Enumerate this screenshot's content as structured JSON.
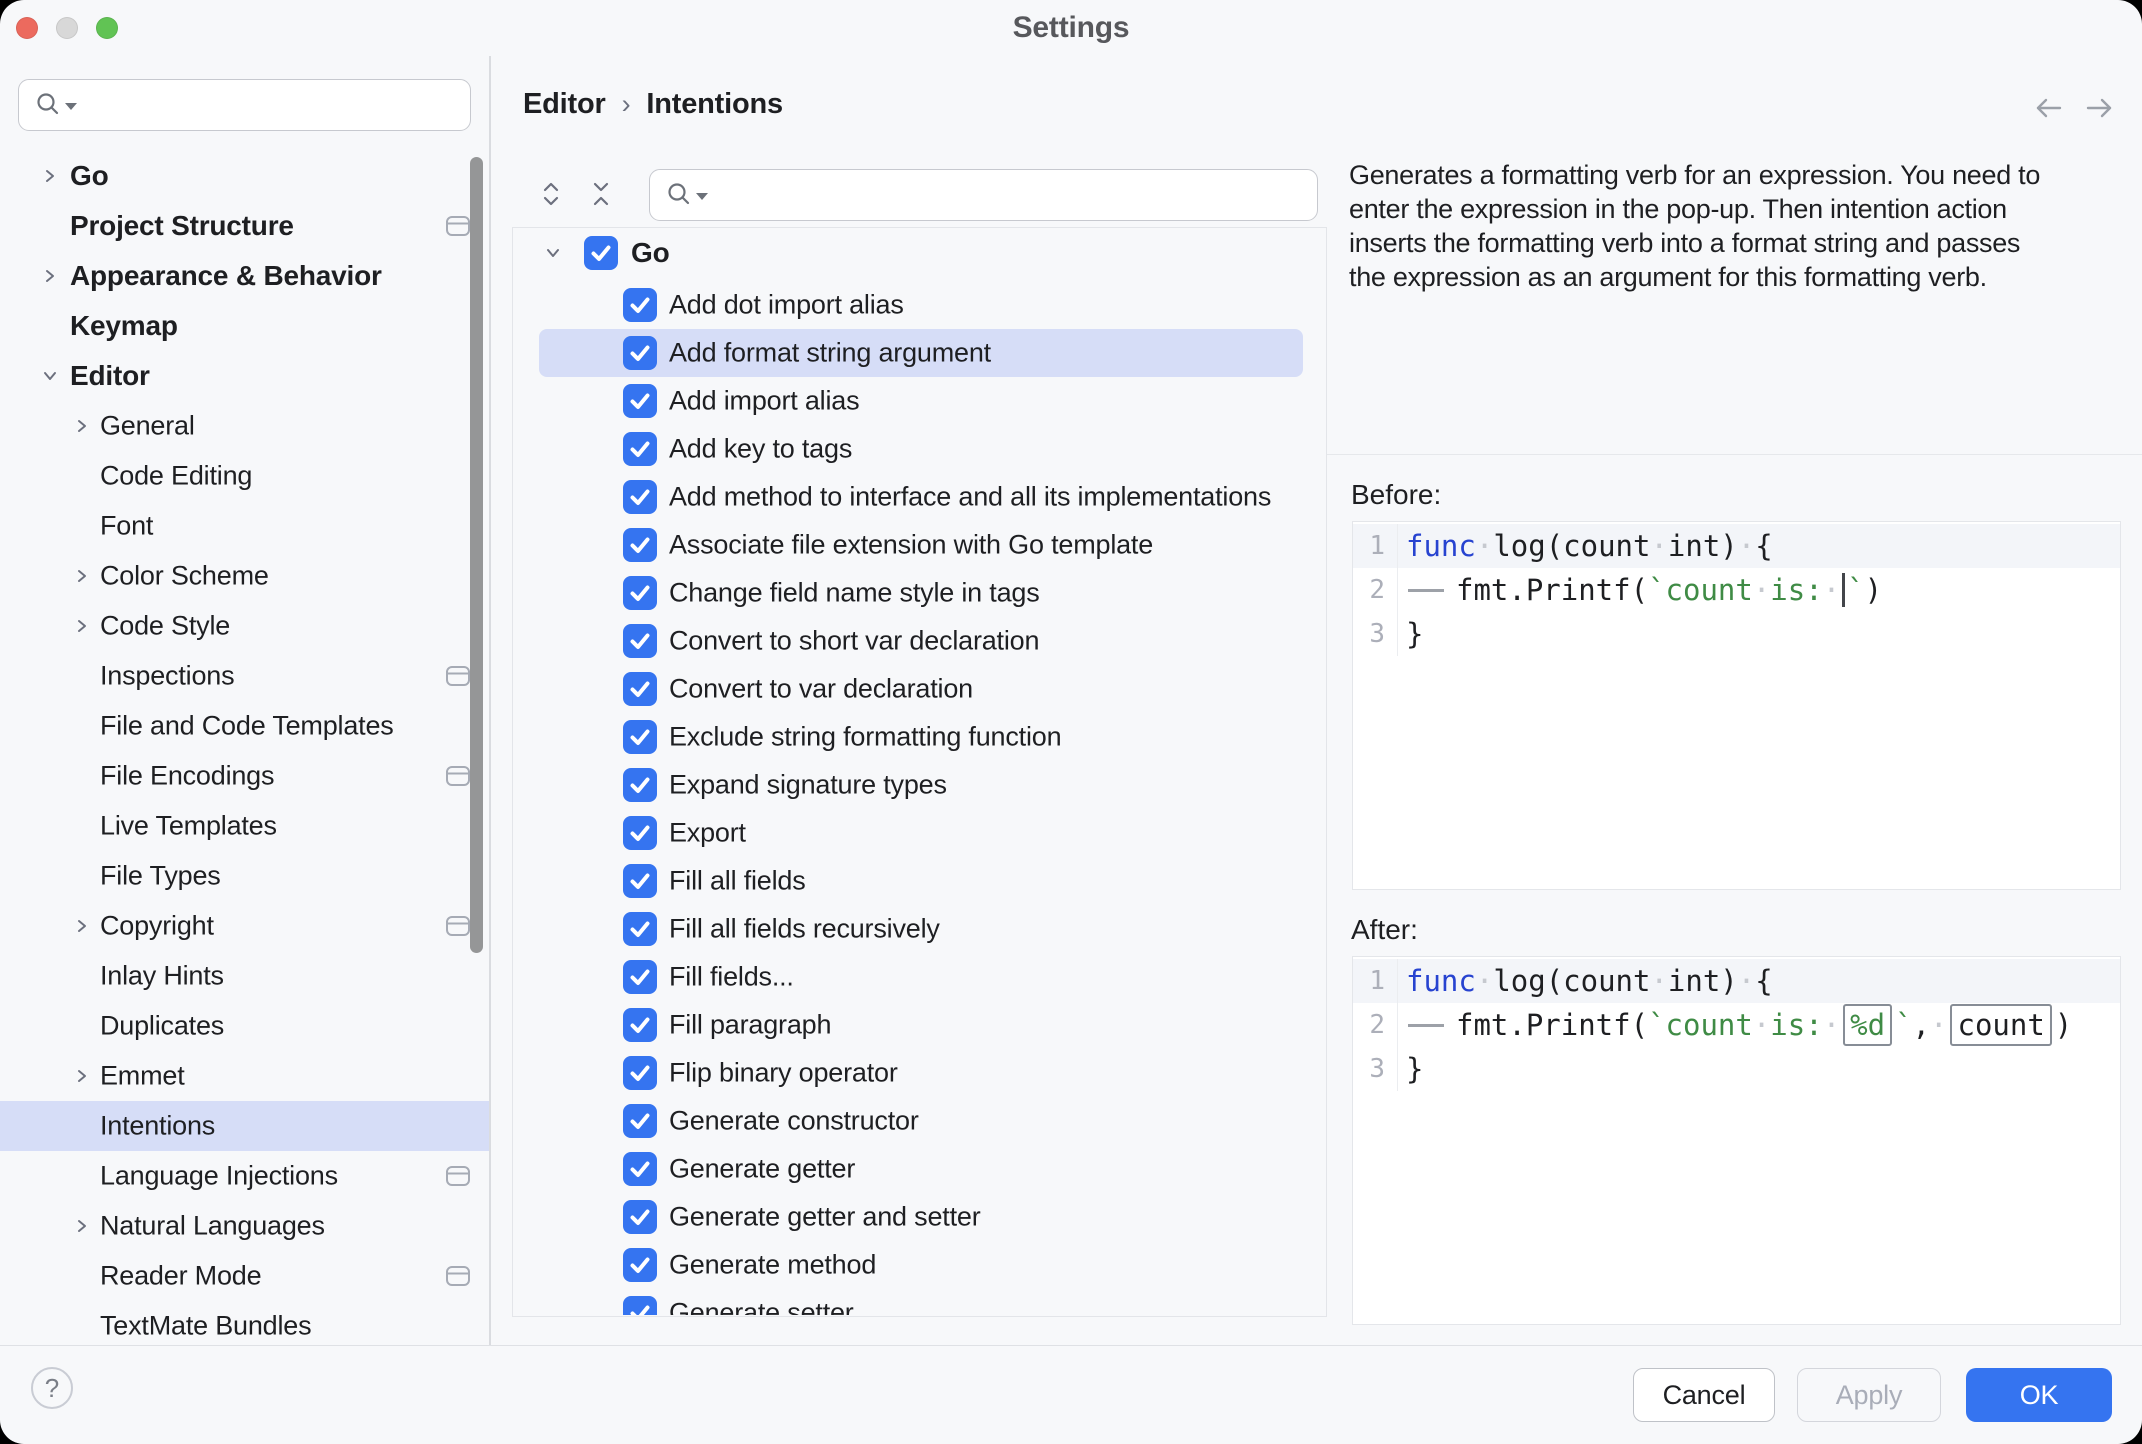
{
  "window": {
    "title": "Settings"
  },
  "sidebar": {
    "search_placeholder": "",
    "items": [
      {
        "label": "Go",
        "level": 0,
        "chevron": "right",
        "icon": false,
        "selected": false
      },
      {
        "label": "Project Structure",
        "level": 0,
        "chevron": null,
        "icon": true,
        "selected": false
      },
      {
        "label": "Appearance & Behavior",
        "level": 0,
        "chevron": "right",
        "icon": false,
        "selected": false
      },
      {
        "label": "Keymap",
        "level": 0,
        "chevron": null,
        "icon": false,
        "selected": false
      },
      {
        "label": "Editor",
        "level": 0,
        "chevron": "down",
        "icon": false,
        "selected": false
      },
      {
        "label": "General",
        "level": 1,
        "chevron": "right",
        "icon": false,
        "selected": false
      },
      {
        "label": "Code Editing",
        "level": 1,
        "chevron": null,
        "icon": false,
        "selected": false
      },
      {
        "label": "Font",
        "level": 1,
        "chevron": null,
        "icon": false,
        "selected": false
      },
      {
        "label": "Color Scheme",
        "level": 1,
        "chevron": "right",
        "icon": false,
        "selected": false
      },
      {
        "label": "Code Style",
        "level": 1,
        "chevron": "right",
        "icon": false,
        "selected": false
      },
      {
        "label": "Inspections",
        "level": 1,
        "chevron": null,
        "icon": true,
        "selected": false
      },
      {
        "label": "File and Code Templates",
        "level": 1,
        "chevron": null,
        "icon": false,
        "selected": false
      },
      {
        "label": "File Encodings",
        "level": 1,
        "chevron": null,
        "icon": true,
        "selected": false
      },
      {
        "label": "Live Templates",
        "level": 1,
        "chevron": null,
        "icon": false,
        "selected": false
      },
      {
        "label": "File Types",
        "level": 1,
        "chevron": null,
        "icon": false,
        "selected": false
      },
      {
        "label": "Copyright",
        "level": 1,
        "chevron": "right",
        "icon": true,
        "selected": false
      },
      {
        "label": "Inlay Hints",
        "level": 1,
        "chevron": null,
        "icon": false,
        "selected": false
      },
      {
        "label": "Duplicates",
        "level": 1,
        "chevron": null,
        "icon": false,
        "selected": false
      },
      {
        "label": "Emmet",
        "level": 1,
        "chevron": "right",
        "icon": false,
        "selected": false
      },
      {
        "label": "Intentions",
        "level": 1,
        "chevron": null,
        "icon": false,
        "selected": true
      },
      {
        "label": "Language Injections",
        "level": 1,
        "chevron": null,
        "icon": true,
        "selected": false
      },
      {
        "label": "Natural Languages",
        "level": 1,
        "chevron": "right",
        "icon": false,
        "selected": false
      },
      {
        "label": "Reader Mode",
        "level": 1,
        "chevron": null,
        "icon": true,
        "selected": false
      },
      {
        "label": "TextMate Bundles",
        "level": 1,
        "chevron": null,
        "icon": false,
        "selected": false
      }
    ],
    "help_label": "?"
  },
  "content": {
    "breadcrumb": {
      "parent": "Editor",
      "separator": "›",
      "current": "Intentions"
    },
    "search_placeholder": "",
    "tree": {
      "parent_label": "Go",
      "items": [
        {
          "label": "Add dot import alias",
          "selected": false
        },
        {
          "label": "Add format string argument",
          "selected": true
        },
        {
          "label": "Add import alias",
          "selected": false
        },
        {
          "label": "Add key to tags",
          "selected": false
        },
        {
          "label": "Add method to interface and all its implementations",
          "selected": false
        },
        {
          "label": "Associate file extension with Go template",
          "selected": false
        },
        {
          "label": "Change field name style in tags",
          "selected": false
        },
        {
          "label": "Convert to short var declaration",
          "selected": false
        },
        {
          "label": "Convert to var declaration",
          "selected": false
        },
        {
          "label": "Exclude string formatting function",
          "selected": false
        },
        {
          "label": "Expand signature types",
          "selected": false
        },
        {
          "label": "Export",
          "selected": false
        },
        {
          "label": "Fill all fields",
          "selected": false
        },
        {
          "label": "Fill all fields recursively",
          "selected": false
        },
        {
          "label": "Fill fields...",
          "selected": false
        },
        {
          "label": "Fill paragraph",
          "selected": false
        },
        {
          "label": "Flip binary operator",
          "selected": false
        },
        {
          "label": "Generate constructor",
          "selected": false
        },
        {
          "label": "Generate getter",
          "selected": false
        },
        {
          "label": "Generate getter and setter",
          "selected": false
        },
        {
          "label": "Generate method",
          "selected": false
        },
        {
          "label": "Generate setter",
          "selected": false
        }
      ]
    }
  },
  "detail": {
    "description_lines": [
      "Generates a formatting verb for an expression. You need to",
      "enter the expression in the pop-up. Then intention action",
      "inserts the formatting verb into a format string and passes",
      "the expression as an argument for this formatting verb."
    ],
    "before": {
      "label": "Before:",
      "nums": [
        "1",
        "2",
        "3"
      ],
      "code": {
        "l1": {
          "kw": "func",
          "t1": "log(count",
          "t2": "int)",
          "t3": "{"
        },
        "l2": {
          "t1": "fmt.Printf(",
          "s1": "`count",
          "s2": "is:",
          "s3": "`",
          "t2": ")"
        },
        "l3": {
          "t1": "}"
        }
      }
    },
    "after": {
      "label": "After:",
      "nums": [
        "1",
        "2",
        "3"
      ],
      "code": {
        "l1": {
          "kw": "func",
          "t1": "log(count",
          "t2": "int)",
          "t3": "{"
        },
        "l2": {
          "t1": "fmt.Printf(",
          "s1": "`count",
          "s2": "is:",
          "verb": "%d",
          "s3": "`",
          "comma": ",",
          "arg": "count",
          "t2": ")"
        },
        "l3": {
          "t1": "}"
        }
      }
    }
  },
  "footer": {
    "cancel": "Cancel",
    "apply": "Apply",
    "ok": "OK"
  },
  "glyphs": {
    "dot": "·"
  },
  "colors": {
    "accent_blue": "#3574F0",
    "selection": "#D6DDF7",
    "keyword": "#2743D0",
    "string_green": "#3F8B45",
    "traffic_red": "#EC6A5E",
    "traffic_gray": "#D8D8D8",
    "traffic_green": "#61C354"
  }
}
